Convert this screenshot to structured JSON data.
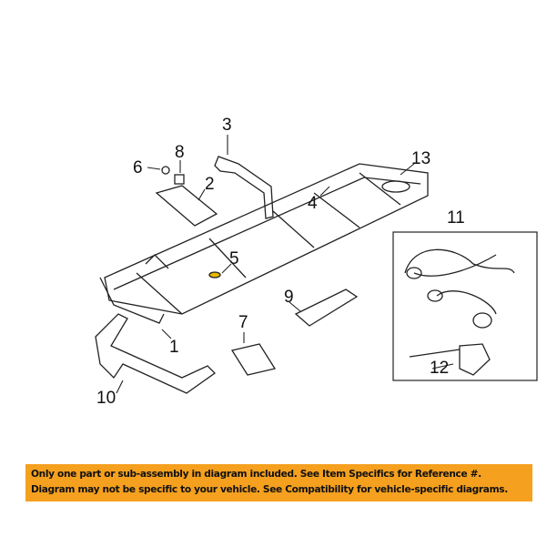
{
  "diagram": {
    "callouts": [
      "1",
      "2",
      "3",
      "4",
      "5",
      "6",
      "7",
      "8",
      "9",
      "10",
      "11",
      "12",
      "13"
    ]
  },
  "banner": {
    "line1": "Only one part or sub-assembly in diagram included. See Item Specifics for Reference #.",
    "line2": "Diagram may not be specific to your vehicle. See Compatibility for vehicle-specific diagrams.",
    "color": "#f5a01e"
  }
}
